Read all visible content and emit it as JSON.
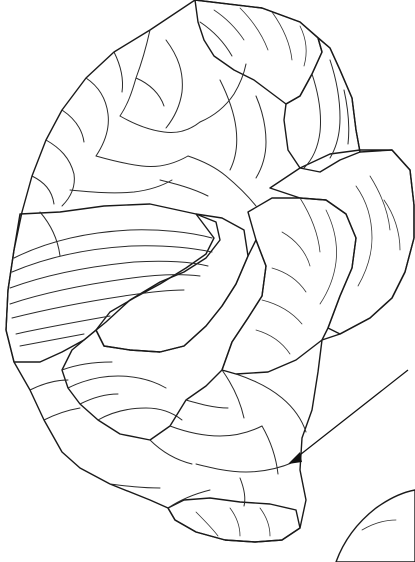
{
  "figure": {
    "kind": "brain-illustration",
    "palette": {
      "background": "#ffffff",
      "region_light": "#cdcdcd",
      "region_mid": "#b8b8b8",
      "region_pale": "#ececec",
      "region_white": "#ffffff",
      "region_dark": "#7a7a7a",
      "region_darkest": "#585858",
      "region_darker": "#6c6c6c",
      "outline": "#1a1a1a"
    },
    "regions": [
      {
        "name": "top-dark-region",
        "shade": "region_darker"
      },
      {
        "name": "upper-light-region",
        "shade": "region_light"
      },
      {
        "name": "middle-white-region",
        "shade": "region_white"
      },
      {
        "name": "pale-central-region",
        "shade": "region_pale"
      },
      {
        "name": "right-darkest-region",
        "shade": "region_darkest"
      },
      {
        "name": "right-dark-region",
        "shade": "region_dark"
      },
      {
        "name": "lower-mid-region",
        "shade": "region_mid"
      },
      {
        "name": "bottom-light-region",
        "shade": "region_light"
      },
      {
        "name": "bottom-white-tip",
        "shade": "region_white"
      }
    ],
    "pointer": {
      "icon": "arrow-icon"
    }
  }
}
